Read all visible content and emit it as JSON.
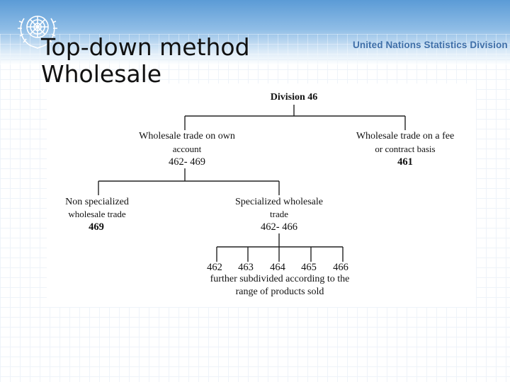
{
  "slide": {
    "title_line1": "Top-down method",
    "title_line2": "Wholesale",
    "org_name": "United Nations Statistics Division",
    "logo_icon": "un-emblem-icon"
  },
  "diagram": {
    "root": {
      "label": "Division 46"
    },
    "own_account": {
      "line1": "Wholesale trade on own",
      "line2": "account",
      "code": "462- 469"
    },
    "fee_contract": {
      "line1": "Wholesale trade on a fee",
      "line2": "or contract basis",
      "code": "461"
    },
    "non_specialized": {
      "line1": "Non specialized",
      "line2": "wholesale trade",
      "code": "469"
    },
    "specialized": {
      "line1": "Specialized wholesale",
      "line2": "trade",
      "code": "462- 466"
    },
    "leaf_codes": [
      "462",
      "463",
      "464",
      "465",
      "466"
    ],
    "note": {
      "line1": "further subdivided according to the",
      "line2": "range of products sold"
    }
  },
  "colors": {
    "header_blue": "#5b9bd6",
    "org_text": "#3f6fa8",
    "grid": "#eef3f9"
  }
}
